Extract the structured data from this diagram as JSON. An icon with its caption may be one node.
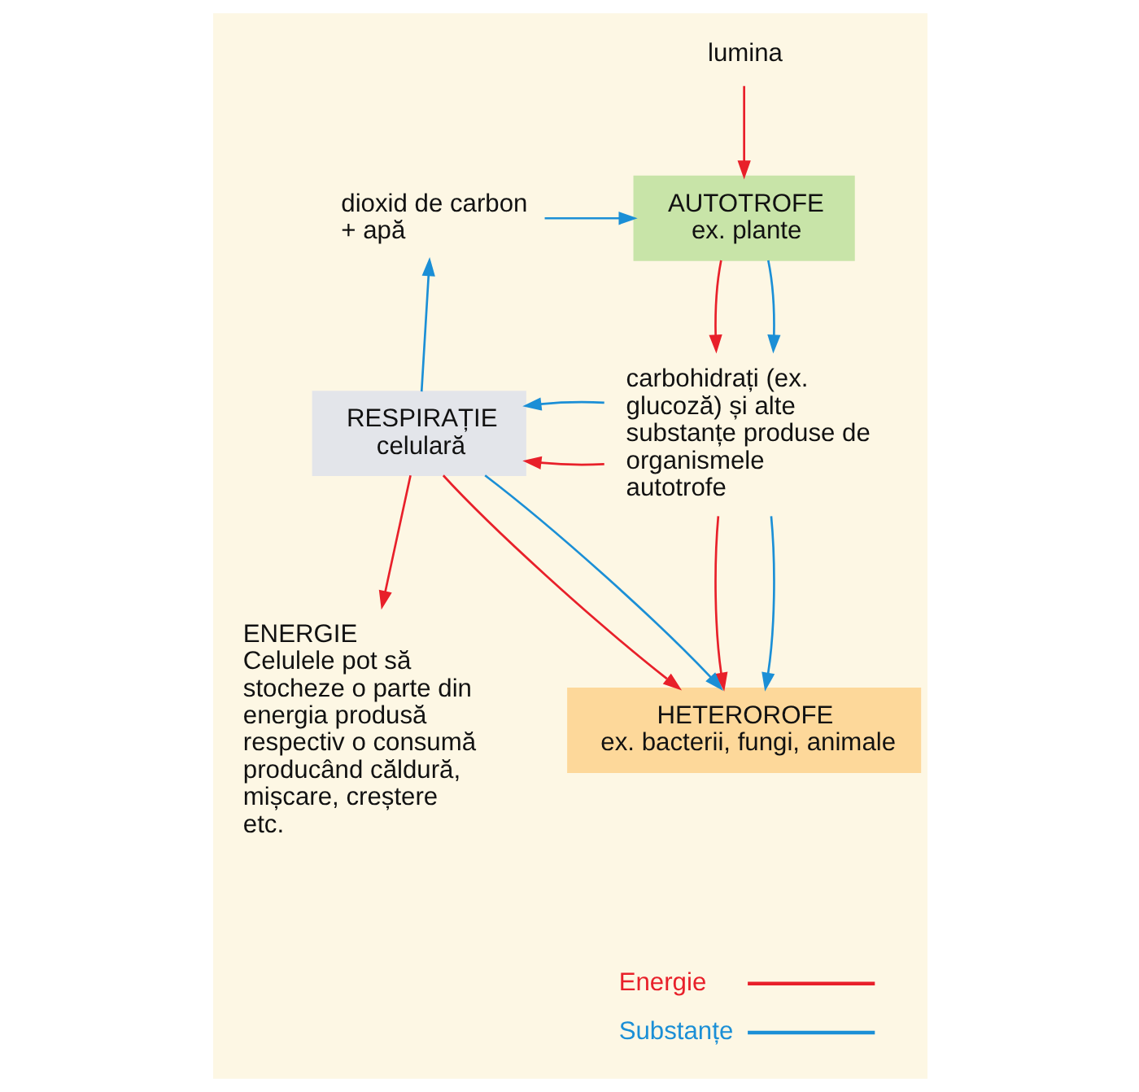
{
  "diagram": {
    "nodes": [
      {
        "text": [
          "lumina"
        ]
      },
      {
        "text": [
          "AUTOTROFE",
          "ex. plante"
        ]
      },
      {
        "text": [
          "dioxid de carbon + apă"
        ]
      },
      {
        "text": [
          "carbohidrați (ex. glucoză) și alte substanțe produse de organismele autotrofe"
        ]
      },
      {
        "text": [
          "RESPIRAȚIE celulară"
        ]
      },
      {
        "text": [
          "ENERGIE",
          "Celulele pot să stocheze o parte din energia produsă respectiv o consumă producând căldură, mișcare, creștere etc."
        ]
      },
      {
        "text": [
          "HETEROROFE",
          "ex. bacterii, fungi, animale"
        ]
      }
    ],
    "edges": [
      {
        "from": 0,
        "to": 1,
        "arrow": "to",
        "color": "#e8202a"
      },
      {
        "from": 2,
        "to": 1,
        "arrow": "to",
        "color": "#1b8fd6"
      },
      {
        "from": 1,
        "to": 3,
        "arrow": "to",
        "color": "#e8202a"
      },
      {
        "from": 1,
        "to": 3,
        "arrow": "to",
        "color": "#1b8fd6"
      },
      {
        "from": 3,
        "to": 4,
        "arrow": "to",
        "color": "#e8202a"
      },
      {
        "from": 3,
        "to": 4,
        "arrow": "to",
        "color": "#1b8fd6"
      },
      {
        "from": 4,
        "to": 2,
        "arrow": "to",
        "color": "#1b8fd6"
      },
      {
        "from": 4,
        "to": 5,
        "arrow": "to",
        "color": "#e8202a"
      },
      {
        "from": 4,
        "to": 6,
        "arrow": "to",
        "color": "#e8202a"
      },
      {
        "from": 4,
        "to": 6,
        "arrow": "to",
        "color": "#1b8fd6"
      },
      {
        "from": 3,
        "to": 6,
        "arrow": "to",
        "color": "#e8202a"
      },
      {
        "from": 3,
        "to": 6,
        "arrow": "to",
        "color": "#1b8fd6"
      }
    ],
    "legend": [
      {
        "text": "Energie",
        "color": "#e8202a"
      },
      {
        "text": "Substanțe",
        "color": "#1b8fd6"
      }
    ]
  }
}
